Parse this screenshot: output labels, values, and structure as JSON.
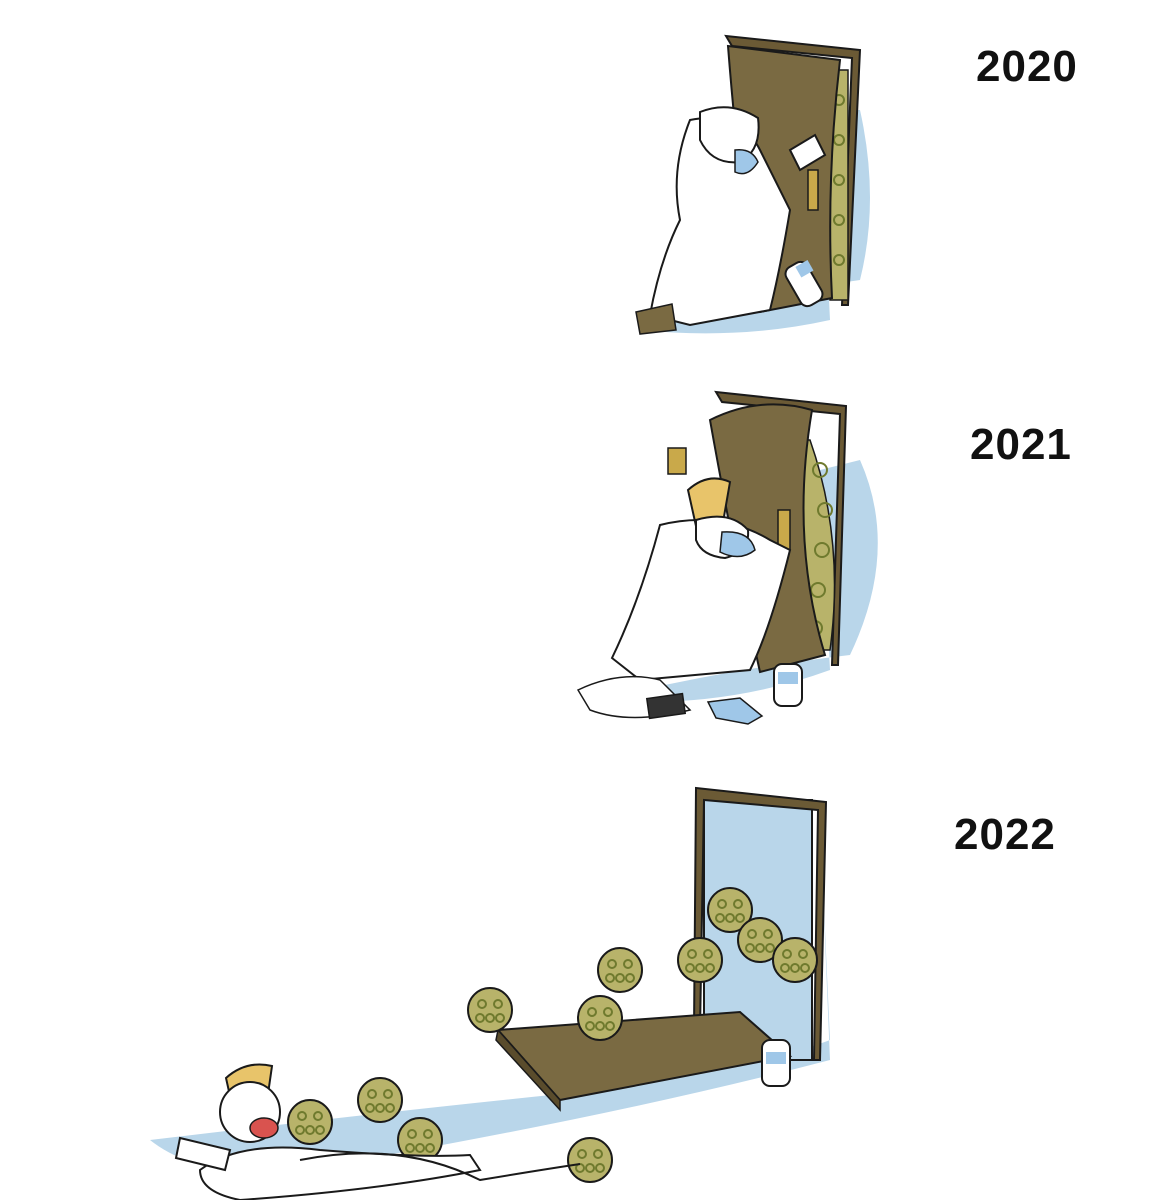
{
  "panels": [
    {
      "year": "2020",
      "scene": "man-holding-door-shut"
    },
    {
      "year": "2021",
      "scene": "man-straining-against-bulging-door"
    },
    {
      "year": "2022",
      "scene": "viruses-break-door-drag-man"
    }
  ],
  "colors": {
    "door": "#7a6a42",
    "door_frame": "#6b5a35",
    "robe": "#ffffff",
    "shadow": "#b9d6ea",
    "virus": "#b8b36a",
    "virus_ring": "#6f7a2e",
    "mask": "#9fc7e8",
    "cap": "#e8c46a",
    "outline": "#1a1a1a",
    "tongue": "#d9534f"
  }
}
